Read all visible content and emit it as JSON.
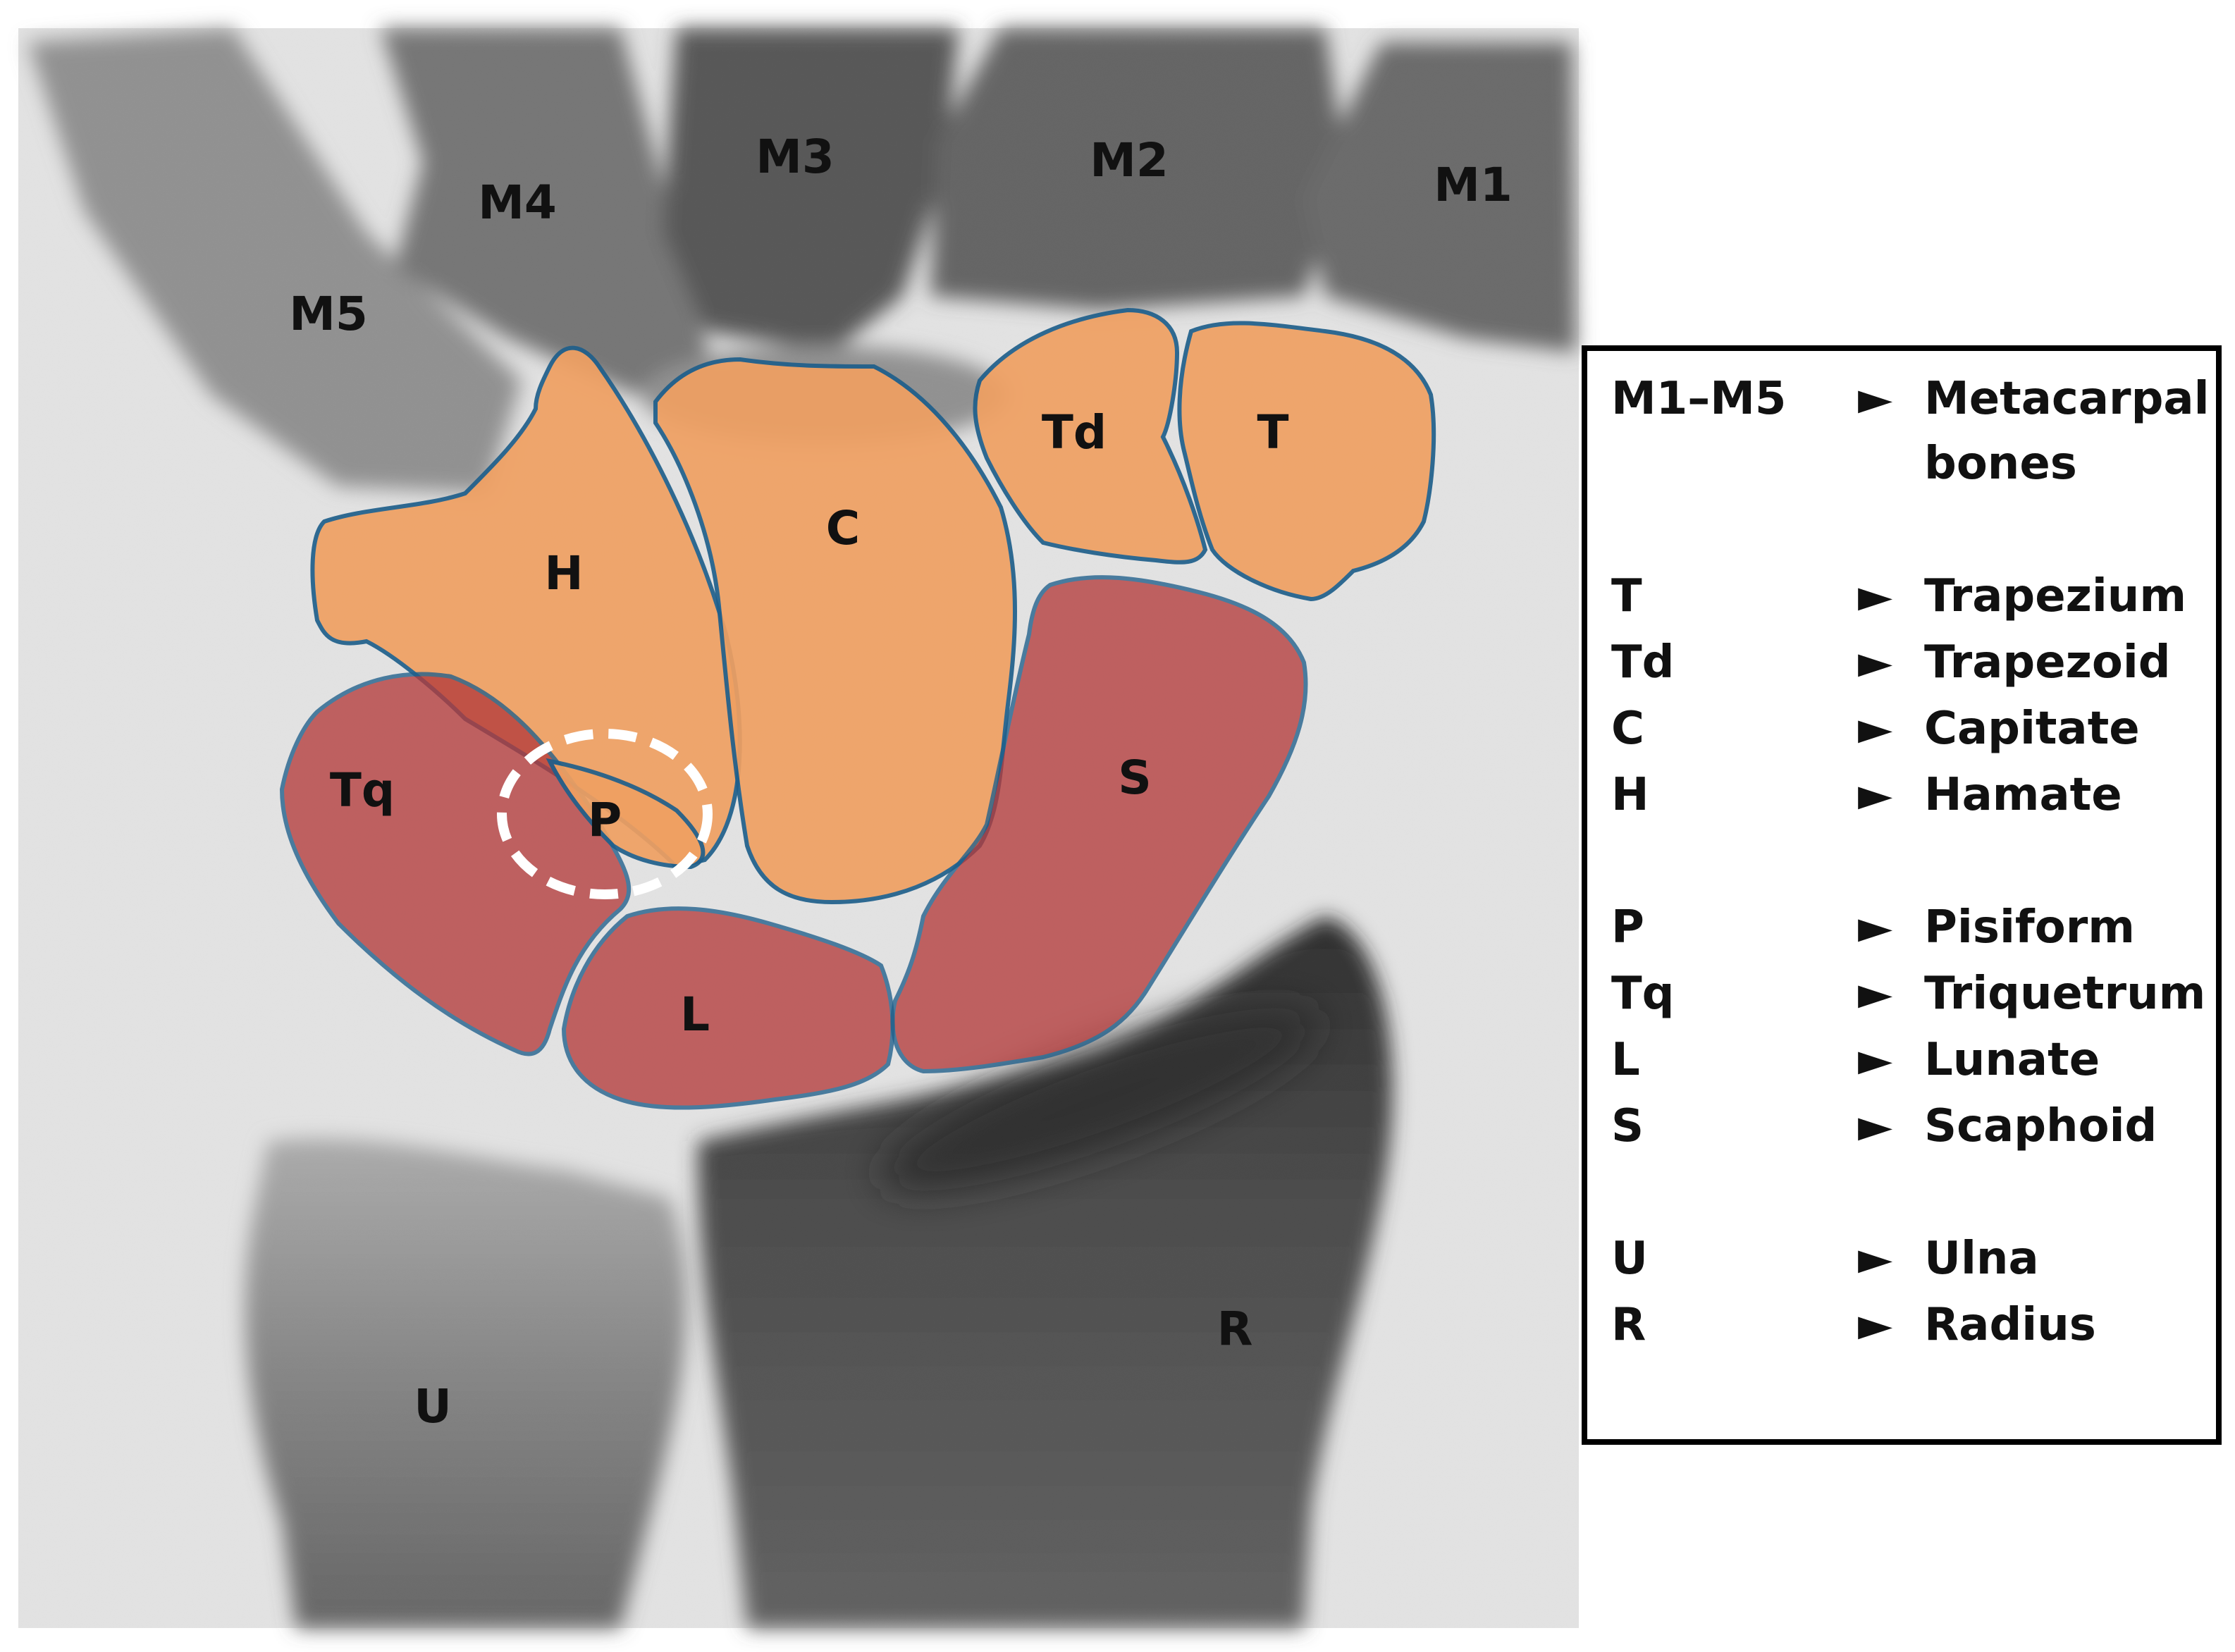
{
  "colors": {
    "carpal_distal_fill": "#f0a062",
    "carpal_proximal_fill": "#b43c3c",
    "outline": "#1f5f8b",
    "pisiform_ring": "#ffffff"
  },
  "labels": {
    "m1": "M1",
    "m2": "M2",
    "m3": "M3",
    "m4": "M4",
    "m5": "M5",
    "trapezium": "T",
    "trapezoid": "Td",
    "capitate": "C",
    "hamate": "H",
    "pisiform": "P",
    "triquetrum": "Tq",
    "lunate": "L",
    "scaphoid": "S",
    "ulna": "U",
    "radius": "R"
  },
  "legend": {
    "arrow": "►",
    "rows": [
      {
        "abbr": "M1–M5",
        "name": "Metacarpal"
      },
      {
        "abbr": "",
        "name": "bones"
      },
      {
        "abbr": "T",
        "name": "Trapezium"
      },
      {
        "abbr": "Td",
        "name": "Trapezoid"
      },
      {
        "abbr": "C",
        "name": "Capitate"
      },
      {
        "abbr": "H",
        "name": "Hamate"
      },
      {
        "abbr": "P",
        "name": "Pisiform"
      },
      {
        "abbr": "Tq",
        "name": "Triquetrum"
      },
      {
        "abbr": "L",
        "name": "Lunate"
      },
      {
        "abbr": "S",
        "name": "Scaphoid"
      },
      {
        "abbr": "U",
        "name": "Ulna"
      },
      {
        "abbr": "R",
        "name": "Radius"
      }
    ]
  }
}
